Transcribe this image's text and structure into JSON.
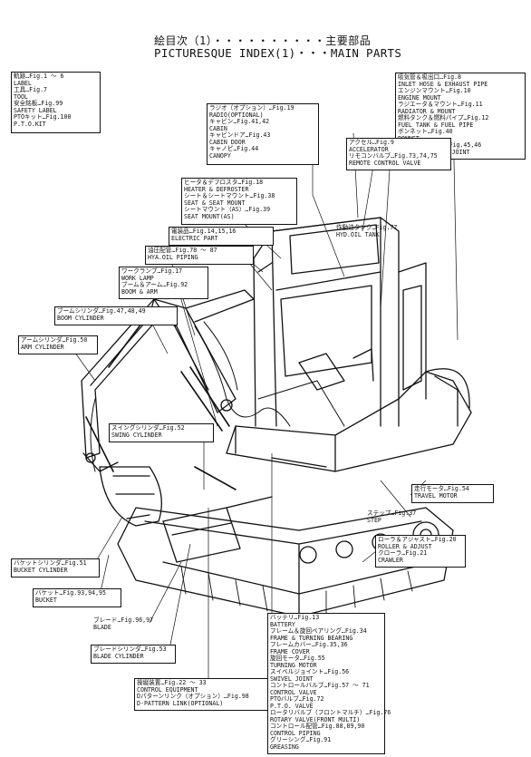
{
  "page": {
    "title_ja": "絵目次（1）・・・・・・・・・・主要部品",
    "title_en": "PICTURESQUE INDEX(1)・・・MAIN PARTS"
  },
  "callouts": {
    "label_tool": [
      "軌跡…Fig.1 ～ 6",
      "LABEL",
      "工具…Fig.7",
      "TOOL",
      "安全銘板…Fig.99",
      "SAFETY LABEL",
      "PTOキット…Fig.100",
      "P.T.O.KIT"
    ],
    "radio_cabin": [
      "ラジオ（オプション）…Fig.19",
      "RADIO(OPTIONAL)",
      "キャビン…Fig.41,42",
      "CABIN",
      "キャビンドア…Fig.43",
      "CABIN DOOR",
      "キャノピ…Fig.44",
      "CANOPY"
    ],
    "engine": [
      "吸気管＆吸出口…Fig.8",
      "INLET HOSE & EXHAUST PIPE",
      "エンジンマウント…Fig.10",
      "ENGINE MOUNT",
      "ラジエータ＆マウント…Fig.11",
      "RADIATOR & MOUNT",
      "燃料タンク＆燃料パイプ…Fig.12",
      "FUEL TANK & FUEL PIPE",
      "ボンネット…Fig.40",
      "BONNET",
      "油圧ポンプ＆継手…Fig.45,46",
      "HYD.OIL PUMP & JOINT"
    ],
    "heater_seat": [
      "ヒータ＆デフロスタ…Fig.18",
      "HEATER & DEFROSTER",
      "シート＆シートマウント…Fig.38",
      "SEAT & SEAT MOUNT",
      "シートマウント（AS）…Fig.39",
      "SEAT MOUNT(AS)"
    ],
    "accelerator": [
      "アクセル…Fig.9",
      "ACCELERATOR",
      "リモコンバルブ…Fig.73,74,75",
      "REMOTE CONTROL VALVE"
    ],
    "electric": [
      "電装品…Fig.14,15,16",
      "ELECTRIC PART"
    ],
    "hyd_tank": [
      "作動油タンク…Fig.77",
      "HYD.OIL TANK"
    ],
    "hya_piping": [
      "油圧配管…Fig.78 ～ 87",
      "HYA.OIL PIPING"
    ],
    "work_lamp": [
      "ワークランプ…Fig.17",
      "WORK LAMP",
      "ブーム＆アーム…Fig.92",
      "BOOM & ARM"
    ],
    "boom_cyl": [
      "ブームシリンダ…Fig.47,48,49",
      "BOOM CYLINDER"
    ],
    "arm_cyl": [
      "アームシリンダ…Fig.50",
      "ARM CYLINDER"
    ],
    "swing_cyl": [
      "スイングシリンダ…Fig.52",
      "SWING CYLINDER"
    ],
    "travel_motor": [
      "走行モータ…Fig.54",
      "TRAVEL MOTOR"
    ],
    "step": [
      "ステップ…Fig.37",
      "STEP"
    ],
    "roller": [
      "ローラ＆アジャスト…Fig.20",
      "ROLLER & ADJUST",
      "クローラ…Fig.21",
      "CRAWLER"
    ],
    "bucket_cyl": [
      "バケットシリンダ…Fig.51",
      "BUCKET CYLINDER"
    ],
    "bucket": [
      "バケット…Fig.93,94,95",
      "BUCKET"
    ],
    "blade": [
      "ブレード…Fig.96,97",
      "BLADE"
    ],
    "blade_cyl": [
      "ブレードシリンダ…Fig.53",
      "BLADE CYLINDER"
    ],
    "battery_group": [
      "バッテリ…Fig.13",
      "BATTERY",
      "フレーム＆旋回ベアリング…Fig.34",
      "FRAME & TURNING BEARING",
      "フレームカバー…Fig.35,36",
      "FRAME COVER",
      "旋回モータ…Fig.55",
      "TURNING MOTOR",
      "スイベルジョイント…Fig.56",
      "SWIVEL JOINT",
      "コントロールバルブ…Fig.57 ～ 71",
      "CONTROL VALVE",
      "PTOバルブ…Fig.72",
      "P.T.O. VALVE",
      "ロータリバルブ（フロントマルチ）…Fig.76",
      "ROTARY VALVE(FRONT MULTI)",
      "コントロール配管…Fig.88,89,90",
      "CONTROL PIPING",
      "グリーシング…Fig.91",
      "GREASING"
    ],
    "control_equip": [
      "操縦装置…Fig.22 ～ 33",
      "CONTROL EQUIPMENT",
      "Dパターンリンク（オプション）…Fig.98",
      "D-PATTERN LINK(OPTIONAL)"
    ]
  }
}
